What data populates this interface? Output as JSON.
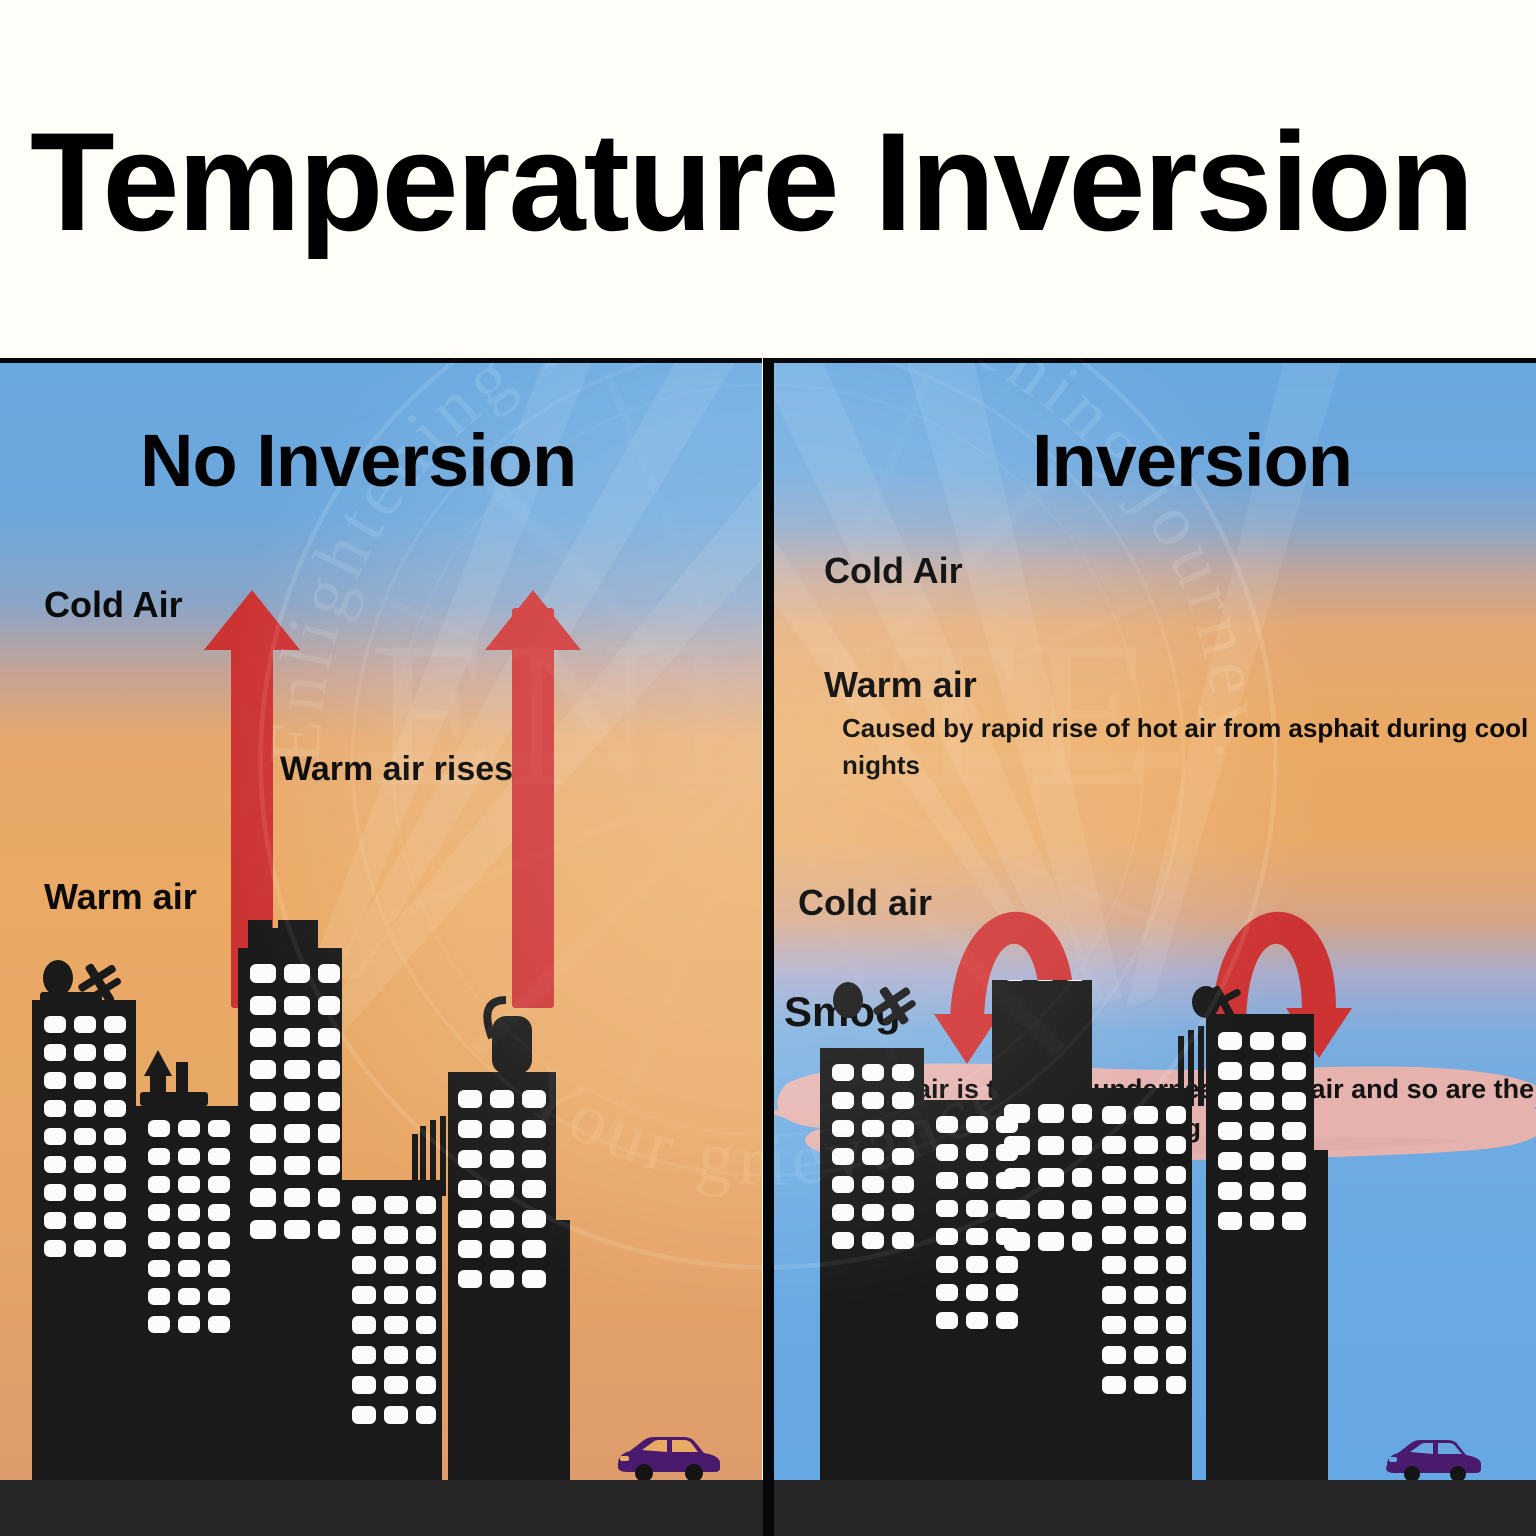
{
  "page": {
    "title": "Temperature Inversion"
  },
  "watermark": {
    "center_line1": "ENLITE",
    "center_line2": "IAS",
    "arc_top": "Enlightening minds. Lightening journey.",
    "arc_bottom": "Your grievance"
  },
  "panels": {
    "left": {
      "title": "No Inversion",
      "labels": {
        "cold_air": "Cold Air",
        "warm_air_rises": "Warm air rises",
        "warm_air": "Warm air"
      },
      "arrows": [
        {
          "name": "up-arrow-1",
          "direction": "up"
        },
        {
          "name": "up-arrow-2",
          "direction": "up"
        }
      ]
    },
    "right": {
      "title": "Inversion",
      "labels": {
        "cold_air": "Cold Air",
        "warm_air": "Warm air",
        "warm_air_caption": "Caused by rapid rise of hot air from asphait during cool nights",
        "cold_air_lower": "Cold air",
        "smog": "Smog",
        "smog_note": "- Cold air is trapped underneath cool air and so are the pollutants, resulting in smog"
      },
      "arrows": [
        {
          "name": "curved-down-arrow-1",
          "direction": "arc-down"
        },
        {
          "name": "curved-down-arrow-2",
          "direction": "arc-down"
        }
      ]
    }
  },
  "colors": {
    "sky_blue": "#69a8e0",
    "warm_orange": "#eaa964",
    "arrow_red": "#d03232",
    "smog_pink": "#e8b4b0",
    "building_black": "#1a1a1a",
    "window_white": "#fbfbfb",
    "car_purple": "#4a1a6e",
    "ground_dark": "#272626",
    "text_black": "#0b0b0b"
  }
}
